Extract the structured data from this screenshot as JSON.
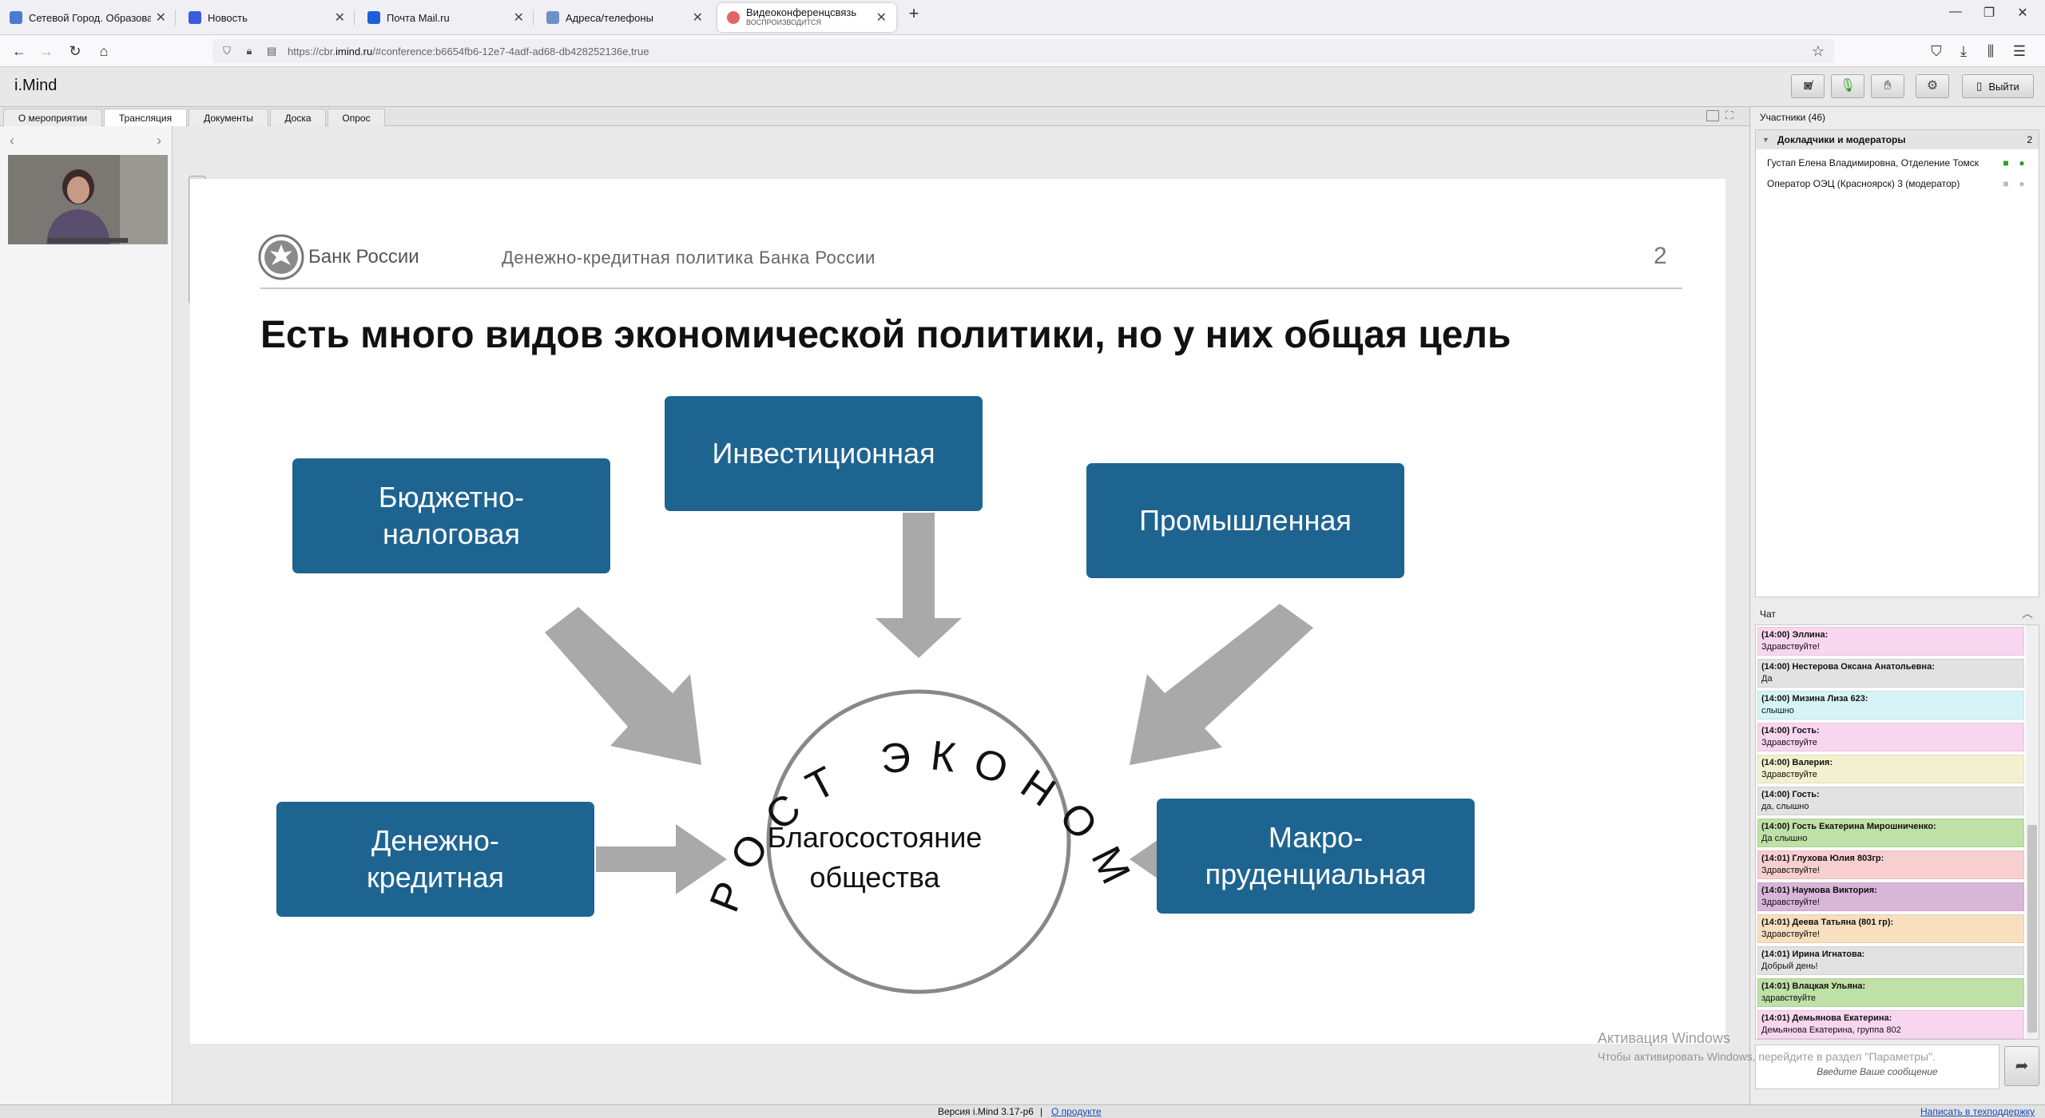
{
  "browser": {
    "tabs": [
      {
        "title": "Сетевой Город. Образование",
        "fav_color": "#4a7bd0"
      },
      {
        "title": "Новость",
        "fav_color": "#3b5bdb"
      },
      {
        "title": "Почта Mail.ru",
        "fav_color": "#1e5fd8"
      },
      {
        "title": "Адреса/телефоны",
        "fav_color": "#6f8fc9"
      },
      {
        "title": "Видеоконференцсвязь",
        "subtitle": "ВОСПРОИЗВОДИТСЯ",
        "fav_color": "#e06666"
      }
    ],
    "new_tab_icon": "+",
    "window_controls": [
      "minimize-icon",
      "restore-icon",
      "close-icon"
    ],
    "url_prefix": "https://cbr.",
    "url_domain": "imind.ru",
    "url_suffix": "/#conference:b6654fb6-12e7-4adf-ad68-db428252136e,true"
  },
  "app": {
    "logo": "i.Mind",
    "exit_label": "Выйти",
    "toolbar_icons": [
      "camera-off-icon",
      "mic-icon",
      "hand-icon",
      "settings-icon"
    ],
    "tabs": [
      "О мероприятии",
      "Трансляция",
      "Документы",
      "Доска",
      "Опрос"
    ],
    "active_tab": "Трансляция"
  },
  "slide": {
    "brand": "Банк России",
    "section_title": "Денежно-кредитная политика Банка России",
    "page_number": "2",
    "heading": "Есть много видов экономической политики, но у них общая цель",
    "boxes": {
      "budget": "Бюджетно-\nналоговая",
      "invest": "Инвестиционная",
      "industry": "Промышленная",
      "monetary": "Денежно-\nкредитная",
      "macro": "Макро-\nпруденциальная"
    },
    "center_label": "Благосостояние\nобщества",
    "arc_text": "РОСТ ЭКОНОМИКИ",
    "box_color": "#1e6491",
    "arrow_color": "#a9a9a9"
  },
  "participants": {
    "header": "Участники (46)",
    "group_label": "Докладчики и модераторы",
    "group_count": "2",
    "list": [
      {
        "name": "Густап Елена Владимировна, Отделение Томск",
        "camera": "on",
        "mic": "on"
      },
      {
        "name": "Оператор ОЭЦ (Красноярск) 3 (модератор)",
        "camera": "off",
        "mic": "off"
      }
    ]
  },
  "chat": {
    "header": "Чат",
    "messages": [
      {
        "time": "(14:00)",
        "name": "Эллина:",
        "text": "Здравствуйте!",
        "color": "#f9d6f0"
      },
      {
        "time": "(14:00)",
        "name": "Нестерова Оксана Анатольевна:",
        "text": "Да",
        "color": "#e2e2e2"
      },
      {
        "time": "(14:00)",
        "name": "Мизина Лиза 623:",
        "text": "слышно",
        "color": "#d6f4f7"
      },
      {
        "time": "(14:00)",
        "name": "Гость:",
        "text": "Здравствуйте",
        "color": "#f9d6f0"
      },
      {
        "time": "(14:00)",
        "name": "Валерия:",
        "text": "Здравствуйте",
        "color": "#f3f0cf"
      },
      {
        "time": "(14:00)",
        "name": "Гость:",
        "text": "да, слышно",
        "color": "#e2e2e2"
      },
      {
        "time": "(14:00)",
        "name": "Гость Екатерина Мирошниченко:",
        "text": "Да слышно",
        "color": "#bfe0a6"
      },
      {
        "time": "(14:01)",
        "name": "Глухова Юлия 803гр:",
        "text": "Здравствуйте!",
        "color": "#f7cfcf"
      },
      {
        "time": "(14:01)",
        "name": "Наумова Виктория:",
        "text": "Здравствуйте!",
        "color": "#d8b6d8"
      },
      {
        "time": "(14:01)",
        "name": "Деева Татьяна (801 гр):",
        "text": "Здравствуйте!",
        "color": "#f7dfbf"
      },
      {
        "time": "(14:01)",
        "name": "Ирина Игнатова:",
        "text": "Добрый день!",
        "color": "#e2e2e2"
      },
      {
        "time": "(14:01)",
        "name": "Влацкая Ульяна:",
        "text": "здравствуйте",
        "color": "#bfe0a6"
      },
      {
        "time": "(14:01)",
        "name": "Демьянова Екатерина:",
        "text": "Демьянова Екатерина, группа 802",
        "color": "#f9d6f0"
      }
    ],
    "input_placeholder": "Введите Ваше сообщение",
    "send_icon": "send-icon"
  },
  "status": {
    "version": "Версия i.Mind 3.17-p6",
    "separator": "|",
    "about_link": "О продукте",
    "support_link": "Написать в техподдержку"
  },
  "watermark": {
    "line1": "Активация Windows",
    "line2": "Чтобы активировать Windows, перейдите в раздел \"Параметры\"."
  }
}
